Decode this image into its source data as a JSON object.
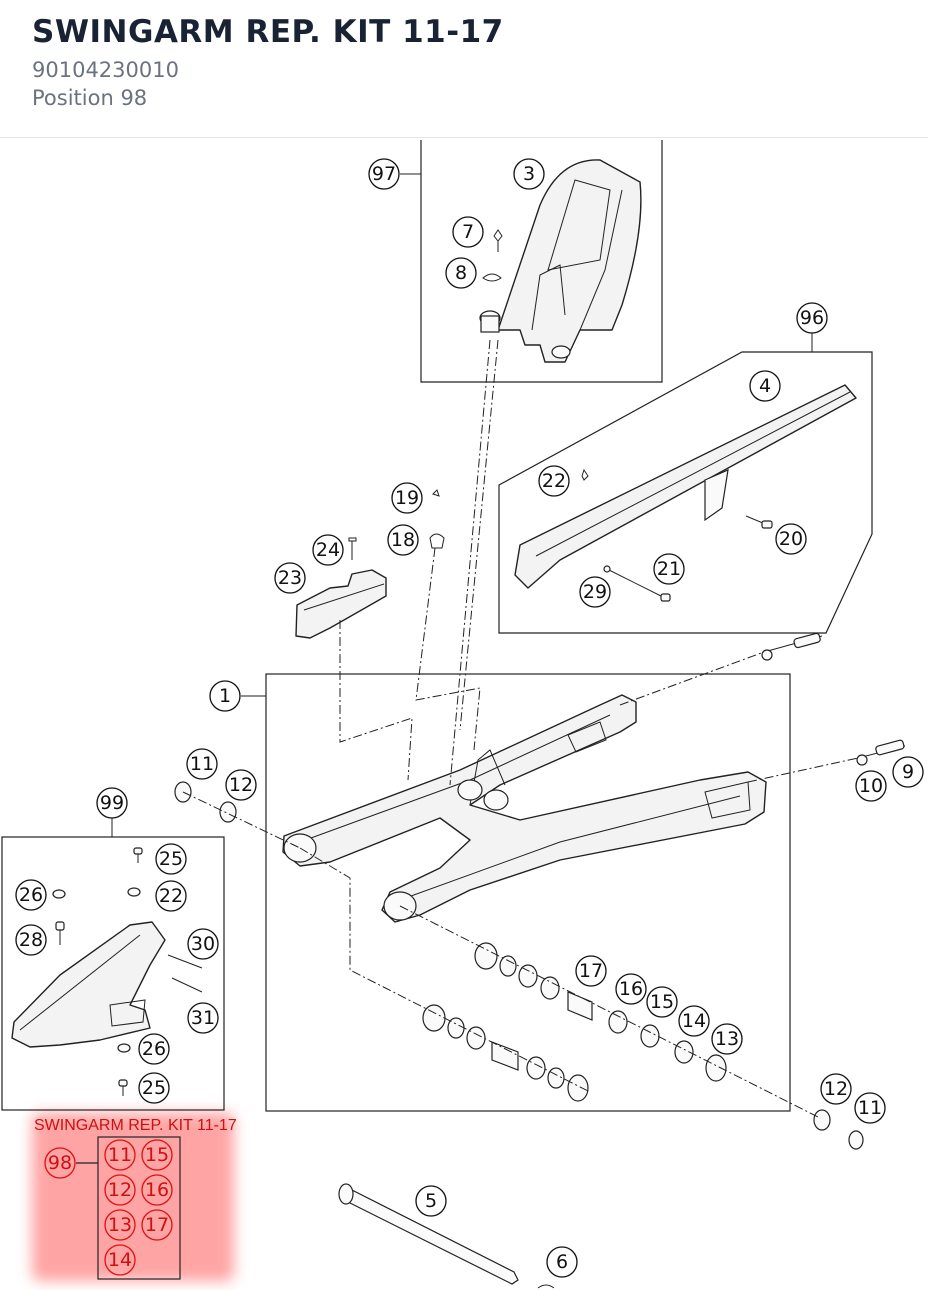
{
  "header": {
    "title": "SWINGARM REP. KIT 11-17",
    "part_number": "90104230010",
    "position": "Position 98"
  },
  "kit": {
    "label": "SWINGARM REP. KIT 11-17",
    "group": "98",
    "items": [
      "11",
      "15",
      "12",
      "16",
      "13",
      "17",
      "14"
    ]
  },
  "callouts": [
    "97",
    "3",
    "7",
    "8",
    "96",
    "4",
    "22",
    "20",
    "21",
    "29",
    "19",
    "18",
    "24",
    "23",
    "1",
    "9",
    "10",
    "11",
    "12",
    "99",
    "25",
    "26",
    "22",
    "28",
    "30",
    "31",
    "26",
    "25",
    "17",
    "16",
    "15",
    "14",
    "13",
    "12",
    "11",
    "5",
    "6"
  ],
  "highlight_color": "#ff5a5a"
}
